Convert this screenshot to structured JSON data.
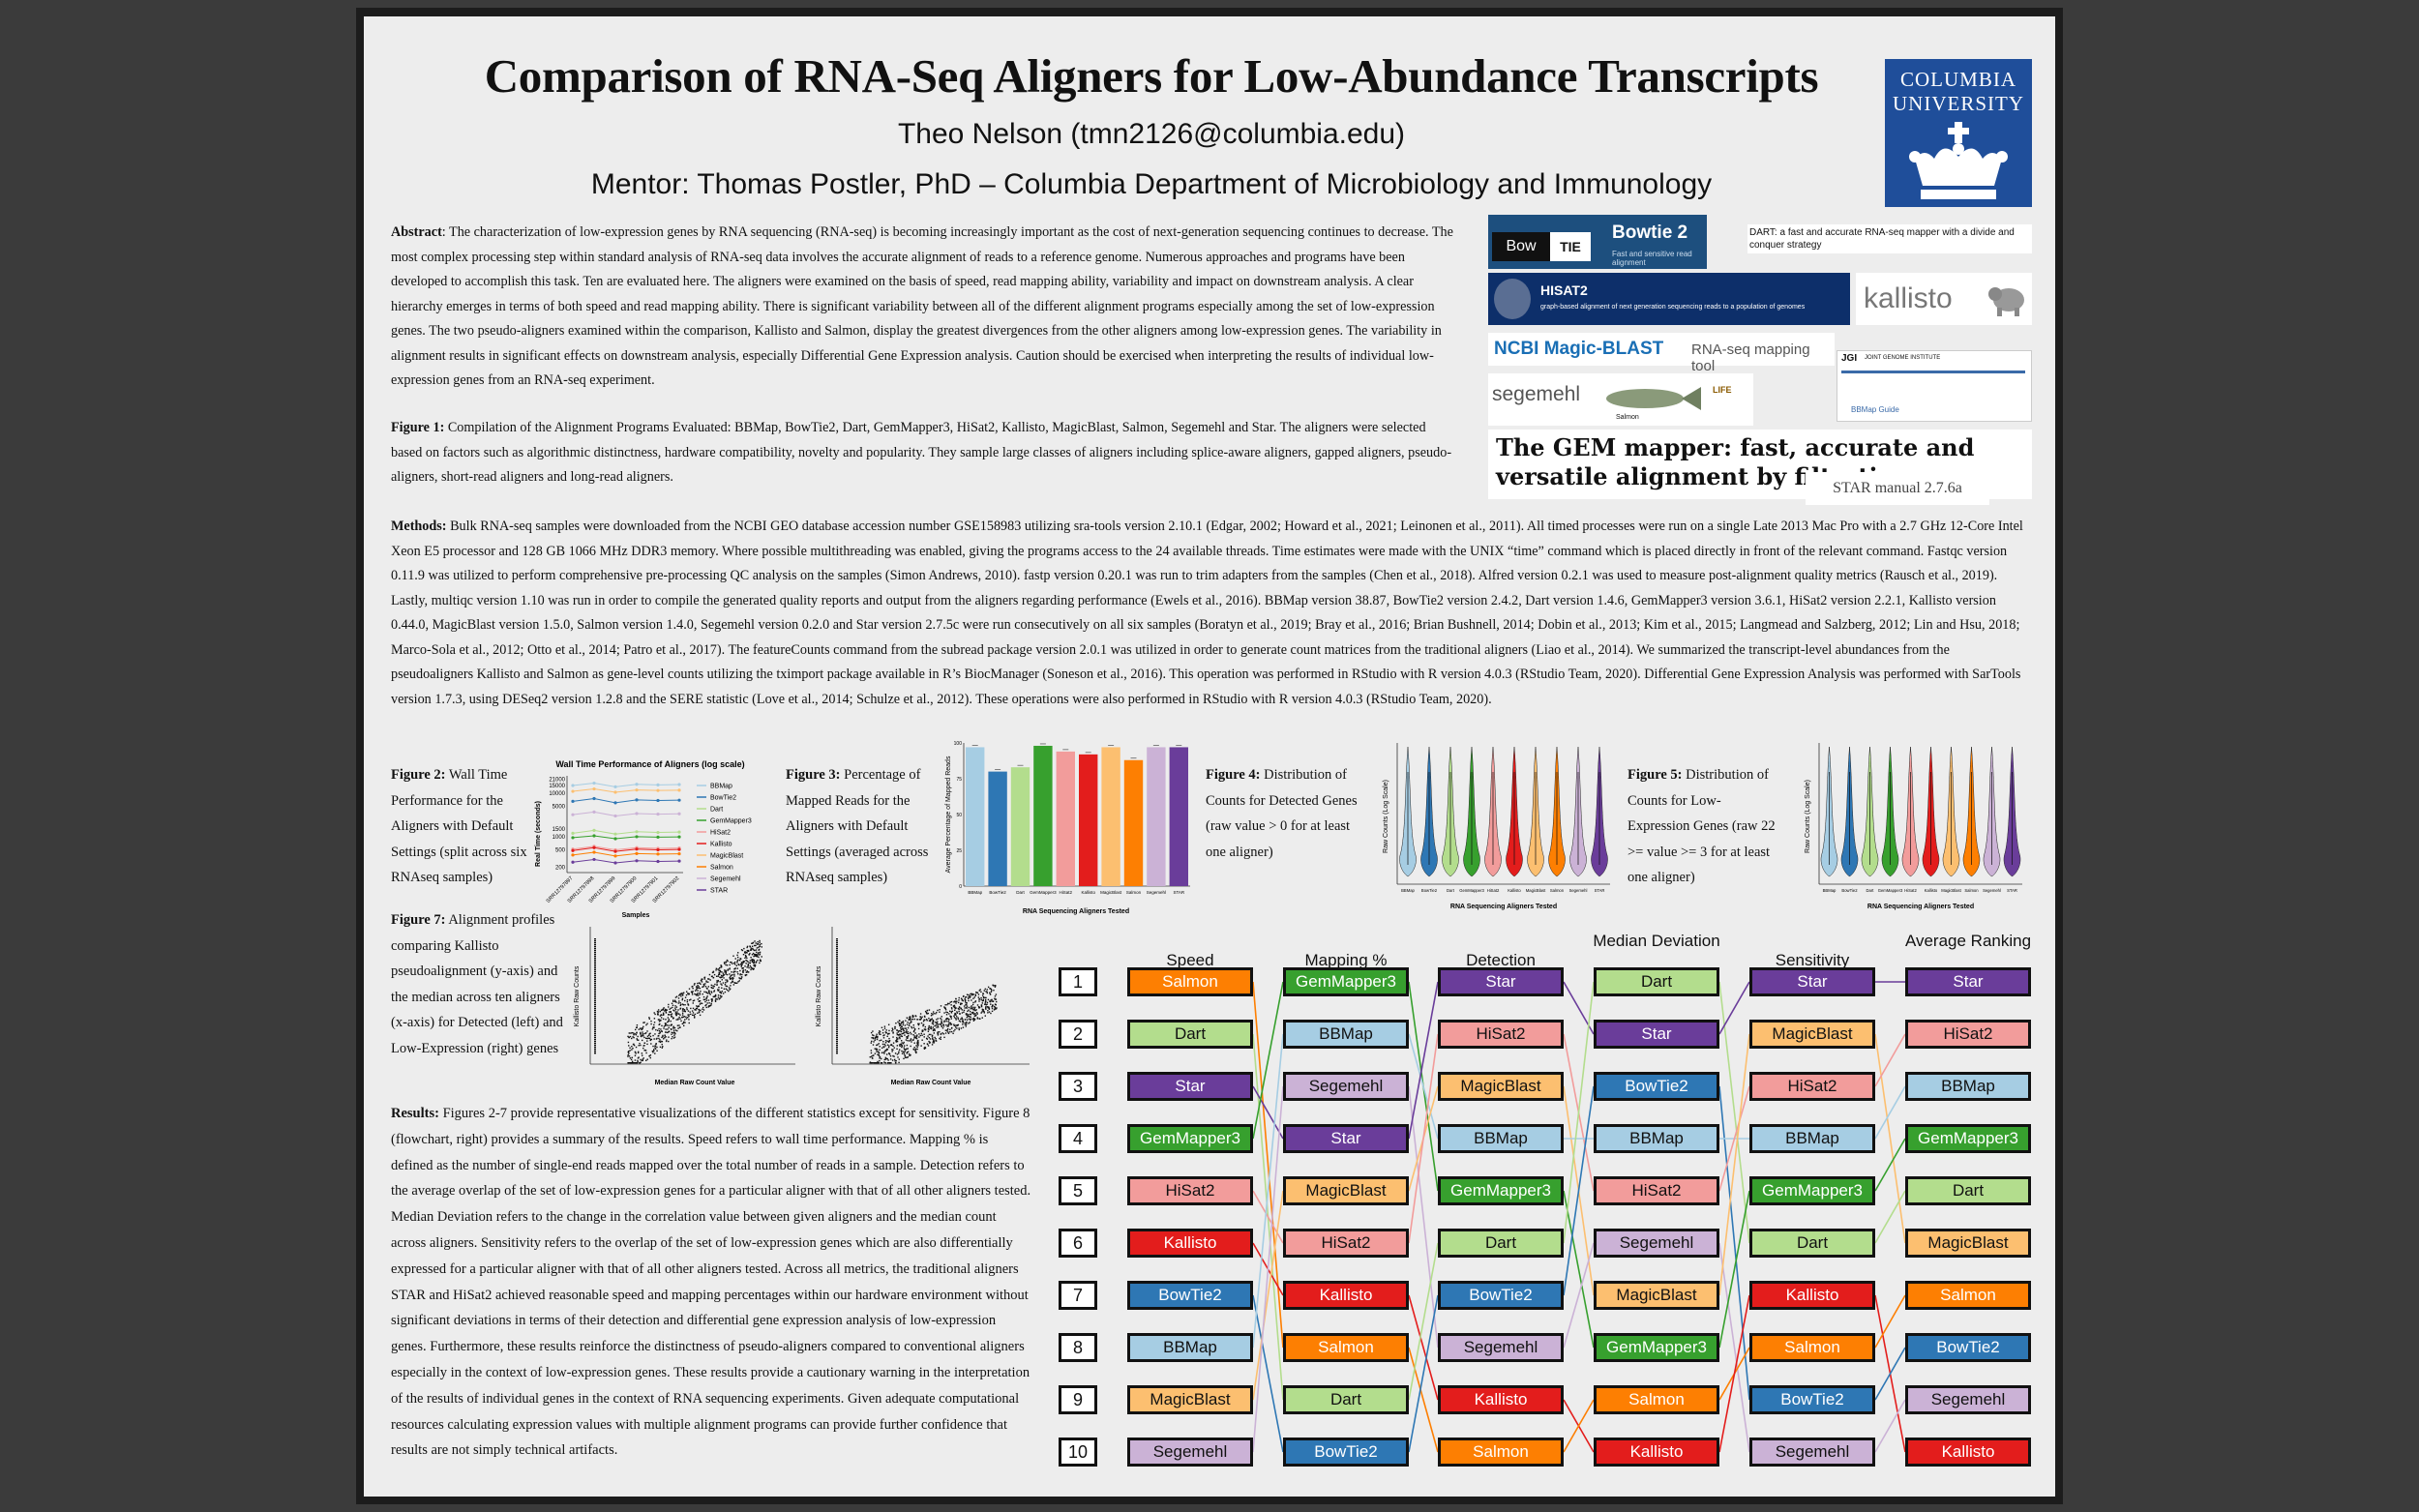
{
  "header": {
    "title": "Comparison of RNA-Seq Aligners for Low-Abundance Transcripts",
    "author": "Theo Nelson (tmn2126@columbia.edu)",
    "mentor": "Mentor: Thomas Postler, PhD – Columbia Department of Microbiology and Immunology",
    "logo_line1": "COLUMBIA",
    "logo_line2": "UNIVERSITY"
  },
  "abstract": {
    "label": "Abstract",
    "text": ": The characterization of low-expression genes by RNA sequencing (RNA-seq) is becoming increasingly important as the cost of next-generation sequencing continues to decrease. The most complex processing step within standard analysis of RNA-seq data involves the accurate alignment of reads to a reference genome. Numerous approaches and programs have been developed to accomplish this task. Ten are evaluated here. The aligners were examined on the basis of speed, read mapping ability, variability and impact on downstream analysis. A clear hierarchy emerges in terms of both speed and read mapping ability. There is significant variability between all of the different alignment programs especially among the set of low-expression genes. The two pseudo-aligners examined within the comparison, Kallisto and Salmon, display the greatest divergences from the other aligners among low-expression genes. The variability in alignment results in significant effects on downstream analysis, especially Differential Gene Expression analysis. Caution should be exercised when interpreting the results of individual low-expression genes from an RNA-seq experiment."
  },
  "figure1": {
    "label": "Figure 1:",
    "text": " Compilation of the Alignment Programs Evaluated: BBMap, BowTie2, Dart, GemMapper3, HiSat2, Kallisto, MagicBlast, Salmon, Segemehl and Star. The aligners were selected based on factors such as algorithmic distinctness, hardware compatibility, novelty and popularity. They sample large classes of aligners including splice-aware aligners, gapped aligners, pseudo-aligners, short-read aligners and long-read aligners."
  },
  "methods": {
    "label": "Methods:",
    "text": " Bulk RNA-seq samples were downloaded from the NCBI GEO database accession number GSE158983 utilizing sra-tools version 2.10.1 (Edgar, 2002; Howard et al., 2021; Leinonen et al., 2011). All timed processes were run on a single Late 2013 Mac Pro with a 2.7 GHz 12-Core Intel Xeon E5 processor and 128 GB 1066 MHz DDR3 memory. Where possible multithreading was enabled, giving the programs access to the 24 available threads. Time estimates were made with the UNIX “time” command which is placed directly in front of the relevant command. Fastqc version 0.11.9 was utilized to perform comprehensive pre-processing QC analysis on the samples (Simon Andrews, 2010). fastp version 0.20.1 was run to trim adapters from the samples (Chen et al., 2018). Alfred version 0.2.1 was used to measure post-alignment quality metrics (Rausch et al., 2019). Lastly, multiqc version 1.10 was run in order to compile the generated quality reports and output from the aligners regarding performance (Ewels et al., 2016). BBMap version 38.87, BowTie2 version 2.4.2, Dart version 1.4.6, GemMapper3 version 3.6.1, HiSat2 version 2.2.1, Kallisto version 0.44.0, MagicBlast version 1.5.0, Salmon version 1.4.0, Segemehl version 0.2.0 and Star version 2.7.5c were run consecutively on all six samples (Boratyn et al., 2019; Bray et al., 2016; Brian Bushnell, 2014; Dobin et al., 2013; Kim et al., 2015; Langmead and Salzberg, 2012; Lin and Hsu, 2018; Marco-Sola et al., 2012; Otto et al., 2014; Patro et al., 2017). The featureCounts command from the subread package version 2.0.1 was utilized in order to generate count matrices from the traditional aligners (Liao et al., 2014). We summarized the transcript-level abundances from the pseudoaligners Kallisto and Salmon as gene-level counts utilizing the tximport package available in R’s BiocManager (Soneson et al., 2016). This operation was performed in RStudio with R version 4.0.3 (RStudio Team, 2020). Differential Gene Expression Analysis was performed with SarTools version 1.7.3, using DESeq2 version 1.2.8 and the SERE  statistic (Love et al., 2014; Schulze et al., 2012). These operations were also performed in RStudio with R version 4.0.3 (RStudio Team, 2020)."
  },
  "logos": {
    "bowtie_left": "Bow",
    "bowtie_tie": "TIE",
    "bowtie_name": "Bowtie 2",
    "bowtie_sub": "Fast and sensitive read alignment",
    "dart": "DART: a fast and accurate RNA-seq mapper with a divide and conquer strategy",
    "hisat_name": "HISAT2",
    "hisat_sub": "graph-based alignment of next generation sequencing reads to a population of genomes",
    "kallisto": "kallisto",
    "magicblast": "NCBI Magic-BLAST",
    "magicblast_sub": "RNA-seq mapping tool",
    "jgi": "JGI",
    "jgi_sub": "JOINT GENOME INSTITUTE",
    "bbmap": "BBMap Guide",
    "segemehl": "segemehl",
    "salmon": "Salmon",
    "life": "LIFE",
    "gem": "The GEM mapper: fast, accurate and versatile alignment by filtration",
    "star": "STAR manual 2.7.6a"
  },
  "figure2": {
    "label": "Figure 2:",
    "text": " Wall Time Performance for the Aligners with Default Settings (split across six RNAseq samples)",
    "chart_title": "Wall Time Performance of Aligners (log scale)",
    "xlabel": "Samples",
    "ylabel": "Real Time (seconds)"
  },
  "figure3": {
    "label": "Figure 3:",
    "text": " Percentage of Mapped Reads for the Aligners with Default Settings (averaged across RNAseq samples)",
    "xlabel": "RNA Sequencing Aligners Tested",
    "ylabel": "Average Percentage of Mapped Reads"
  },
  "figure4": {
    "label": "Figure 4:",
    "text": " Distribution of Counts for Detected Genes (raw value > 0 for at least one aligner)",
    "xlabel": "RNA Sequencing Aligners Tested",
    "ylabel": "Raw Counts (Log Scale)"
  },
  "figure5": {
    "label": "Figure 5:",
    "text": " Distribution of Counts for Low-Expression Genes (raw 22 >= value >= 3 for at least one aligner)",
    "xlabel": "RNA Sequencing Aligners Tested",
    "ylabel": "Raw Counts (Log Scale)"
  },
  "figure7": {
    "label": "Figure 7:",
    "text": " Alignment profiles comparing Kallisto pseudoalignment (y-axis) and the median across ten aligners (x-axis) for Detected (left) and Low-Expression (right) genes",
    "xlabel": "Median Raw Count Value",
    "ylabel": "Kallisto Raw Counts"
  },
  "results": {
    "label": "Results:",
    "text": " Figures 2-7 provide representative visualizations of the different statistics except for sensitivity. Figure 8 (flowchart, right) provides a summary of the results. Speed refers to wall time performance. Mapping % is defined as the number of single-end reads mapped over the total number of reads in a sample. Detection refers to the average overlap of the set of low-expression genes for a particular aligner with that of all other aligners tested. Median Deviation refers to the change in the correlation value between given aligners and the median count across aligners. Sensitivity refers to the overlap of the set of low-expression genes which are also differentially expressed for a particular aligner with that of all other aligners tested. Across all metrics, the traditional aligners STAR and HiSat2 achieved reasonable speed and mapping percentages within our hardware environment without significant deviations in terms of their detection and differential gene expression analysis of low-expression genes. Furthermore, these results reinforce the distinctness of pseudo-aligners compared to conventional aligners especially in the context of low-expression genes. These results provide a cautionary warning in the interpretation of the results of individual genes in the context of RNA sequencing experiments. Given adequate computational resources calculating expression values with multiple alignment programs can provide further confidence that results are not simply technical artifacts."
  },
  "aligner_colors": {
    "BBMap": "#a6cde3",
    "BowTie2": "#2e77b4",
    "Dart": "#b3dd8d",
    "GemMapper3": "#37a02e",
    "HiSat2": "#f29c9b",
    "Kallisto": "#e31d1c",
    "MagicBlast": "#fcbf70",
    "Salmon": "#fd7f02",
    "Segemehl": "#cbb2d6",
    "Star": "#6a3d9a"
  },
  "chart_data": [
    {
      "type": "line",
      "title": "Wall Time Performance of Aligners (log scale)",
      "xlabel": "Samples",
      "ylabel": "Real Time (seconds)",
      "x": [
        "SRR12797897",
        "SRR12797898",
        "SRR12797899",
        "SRR12797900",
        "SRR12797901",
        "SRR12797902"
      ],
      "y_ticks": [
        "200",
        "500",
        "1000",
        "1500",
        "5000",
        "10000",
        "15000",
        "21000"
      ],
      "series": [
        {
          "name": "BBMap",
          "values": [
            15000,
            17000,
            14000,
            16000,
            15500,
            15800
          ]
        },
        {
          "name": "BowTie2",
          "values": [
            6500,
            7500,
            6000,
            7000,
            6800,
            6900
          ]
        },
        {
          "name": "Dart",
          "values": [
            1200,
            1400,
            1150,
            1300,
            1250,
            1280
          ]
        },
        {
          "name": "GemMapper3",
          "values": [
            950,
            1050,
            900,
            1000,
            980,
            990
          ]
        },
        {
          "name": "HiSat2",
          "values": [
            520,
            600,
            500,
            560,
            540,
            550
          ]
        },
        {
          "name": "Kallisto",
          "values": [
            480,
            560,
            460,
            520,
            500,
            510
          ]
        },
        {
          "name": "MagicBlast",
          "values": [
            11000,
            12500,
            10500,
            11800,
            11500,
            11700
          ]
        },
        {
          "name": "Salmon",
          "values": [
            380,
            440,
            360,
            410,
            400,
            405
          ]
        },
        {
          "name": "Segemehl",
          "values": [
            3200,
            3700,
            3000,
            3400,
            3300,
            3350
          ]
        },
        {
          "name": "STAR",
          "values": [
            260,
            300,
            250,
            280,
            270,
            275
          ]
        }
      ]
    },
    {
      "type": "bar",
      "xlabel": "RNA Sequencing Aligners Tested",
      "ylabel": "Average Percentage of Mapped Reads",
      "categories": [
        "BBMap",
        "BowTie2",
        "Dart",
        "GemMapper3",
        "HiSat2",
        "Kallisto",
        "MagicBlast",
        "Salmon",
        "Segemehl",
        "STAR"
      ],
      "values": [
        97,
        80,
        83,
        98,
        94,
        92,
        97,
        88,
        97,
        97
      ],
      "ylim": [
        0,
        100
      ]
    },
    {
      "type": "table",
      "title": "Figure 8",
      "columns": [
        "Speed",
        "Mapping %",
        "Detection",
        "Median Deviation",
        "Sensitivity",
        "Average Ranking"
      ],
      "ranks": [
        1,
        2,
        3,
        4,
        5,
        6,
        7,
        8,
        9,
        10
      ],
      "rows": [
        [
          "Salmon",
          "GemMapper3",
          "Star",
          "Dart",
          "Star",
          "Star"
        ],
        [
          "Dart",
          "BBMap",
          "HiSat2",
          "Star",
          "MagicBlast",
          "HiSat2"
        ],
        [
          "Star",
          "Segemehl",
          "MagicBlast",
          "BowTie2",
          "HiSat2",
          "BBMap"
        ],
        [
          "GemMapper3",
          "Star",
          "BBMap",
          "BBMap",
          "BBMap",
          "GemMapper3"
        ],
        [
          "HiSat2",
          "MagicBlast",
          "GemMapper3",
          "HiSat2",
          "GemMapper3",
          "Dart"
        ],
        [
          "Kallisto",
          "HiSat2",
          "Dart",
          "Segemehl",
          "Dart",
          "MagicBlast"
        ],
        [
          "BowTie2",
          "Kallisto",
          "BowTie2",
          "MagicBlast",
          "Kallisto",
          "Salmon"
        ],
        [
          "BBMap",
          "Salmon",
          "Segemehl",
          "GemMapper3",
          "Salmon",
          "BowTie2"
        ],
        [
          "MagicBlast",
          "Dart",
          "Kallisto",
          "Salmon",
          "BowTie2",
          "Segemehl"
        ],
        [
          "Segemehl",
          "BowTie2",
          "Salmon",
          "Kallisto",
          "Segemehl",
          "Kallisto"
        ]
      ]
    }
  ]
}
